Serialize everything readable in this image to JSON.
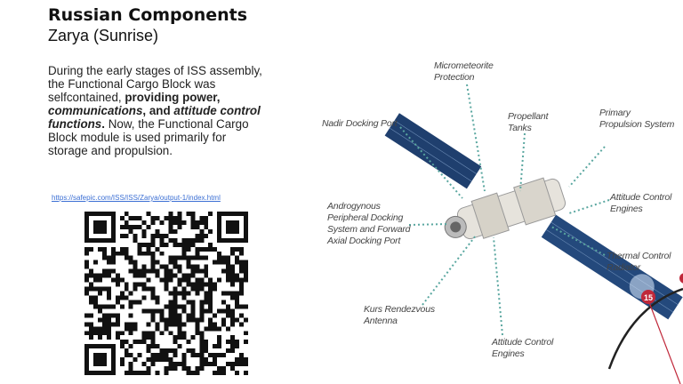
{
  "slide": {
    "title": "Russian Components",
    "subtitle": "Zarya (Sunrise)",
    "body": {
      "p1": "During the early stages of ISS assembly, the Functional Cargo Block was selfcontained, ",
      "b1": "providing power, ",
      "bi": "communications",
      "b2": ", and ",
      "bi2": "attitude control functions",
      "b3": ".",
      "p2": " Now, the Functional Cargo Block module is used primarily for storage and propulsion."
    },
    "link": "https://safepic.com/ISS/ISS/Zarya/output-1/index.html",
    "qr_icon": "qr-code"
  },
  "diagram": {
    "labels": {
      "micrometeorite": [
        "Micrometeorite",
        "Protection"
      ],
      "propellant": [
        "Propellant",
        "Tanks"
      ],
      "propulsion": [
        "Primary",
        "Propulsion System"
      ],
      "nadir": [
        "Nadir Docking Port"
      ],
      "attitude_right": [
        "Attitude Control",
        "Engines"
      ],
      "androgynous": [
        "Androgynous",
        "Peripheral Docking",
        "System and Forward",
        "Axial Docking Port"
      ],
      "thermal": [
        "Thermal Control",
        "Radiator"
      ],
      "kurs": [
        "Kurs Rendezvous",
        "Antenna"
      ],
      "attitude_bottom": [
        "Attitude Control",
        "Engines"
      ]
    },
    "marker": "15",
    "colors": {
      "leader": "#5aa7a0",
      "marker": "#c0283a",
      "panel": "#1f3f6e"
    }
  }
}
